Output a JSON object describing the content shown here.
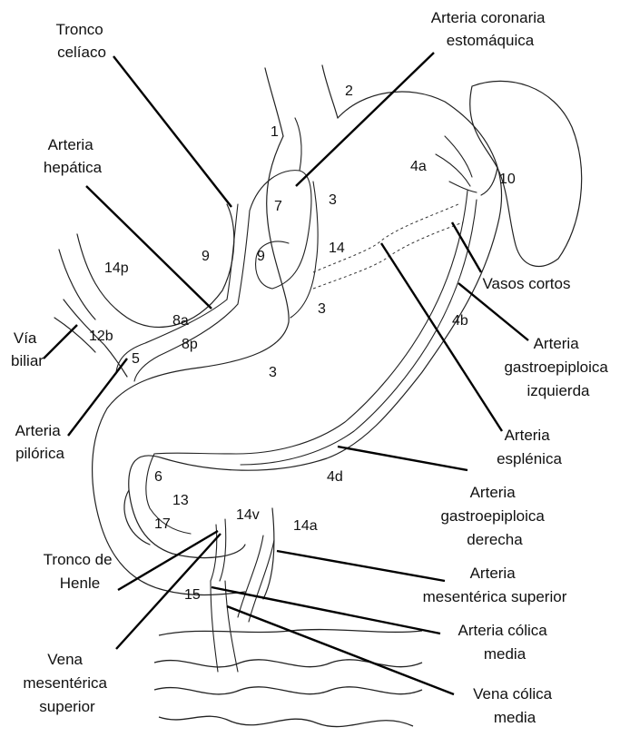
{
  "labels": {
    "tronco_celiaco": [
      "Tronco",
      "celíaco"
    ],
    "arteria_coronaria": [
      "Arteria coronaria",
      "estomáquica"
    ],
    "arteria_hepatica": [
      "Arteria",
      "hepática"
    ],
    "via_biliar": [
      "Vía",
      "biliar"
    ],
    "arteria_pilorica": [
      "Arteria",
      "pilórica"
    ],
    "vasos_cortos": [
      "Vasos cortos"
    ],
    "gastroepiploica_izq": [
      "Arteria",
      "gastroepiploica",
      "izquierda"
    ],
    "arteria_esplenica": [
      "Arteria",
      "esplénica"
    ],
    "gastroepiploica_der": [
      "Arteria",
      "gastroepiploica",
      "derecha"
    ],
    "tronco_henle": [
      "Tronco de",
      "Henle"
    ],
    "mesenterica_sup_arteria": [
      "Arteria",
      "mesentérica superior"
    ],
    "colica_media_arteria": [
      "Arteria cólica",
      "media"
    ],
    "vena_mesenterica": [
      "Vena",
      "mesentérica",
      "superior"
    ],
    "vena_colica": [
      "Vena cólica",
      "media"
    ]
  },
  "stations": {
    "s1": "1",
    "s2": "2",
    "s3a": "3",
    "s3b": "3",
    "s3c": "3",
    "s4a": "4a",
    "s4b": "4b",
    "s4d": "4d",
    "s5": "5",
    "s6": "6",
    "s7": "7",
    "s8a": "8a",
    "s8p": "8p",
    "s9a": "9",
    "s9b": "9",
    "s10": "10",
    "s12b": "12b",
    "s13": "13",
    "s14": "14",
    "s14p": "14p",
    "s14v": "14v",
    "s14a": "14a",
    "s15": "15",
    "s17": "17"
  }
}
